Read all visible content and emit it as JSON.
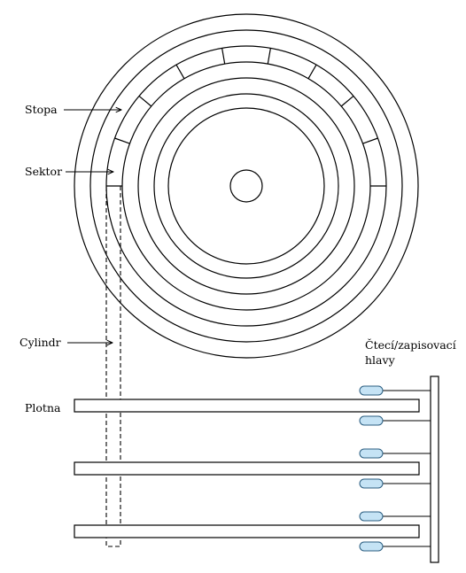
{
  "labels": {
    "stopa": "Stopa",
    "sektor": "Sektor",
    "cylindr": "Cylindr",
    "plotna": "Plotna",
    "heads_line1": "Čtecí/zapisovací",
    "heads_line2": "hlavy"
  },
  "colors": {
    "stroke": "#000000",
    "head_fill": "#c5e3f5",
    "head_stroke": "#2a5d80",
    "background": "#ffffff"
  },
  "sector_ring": {
    "sector_count": 9
  },
  "platter_count": 3,
  "head_count": 6
}
